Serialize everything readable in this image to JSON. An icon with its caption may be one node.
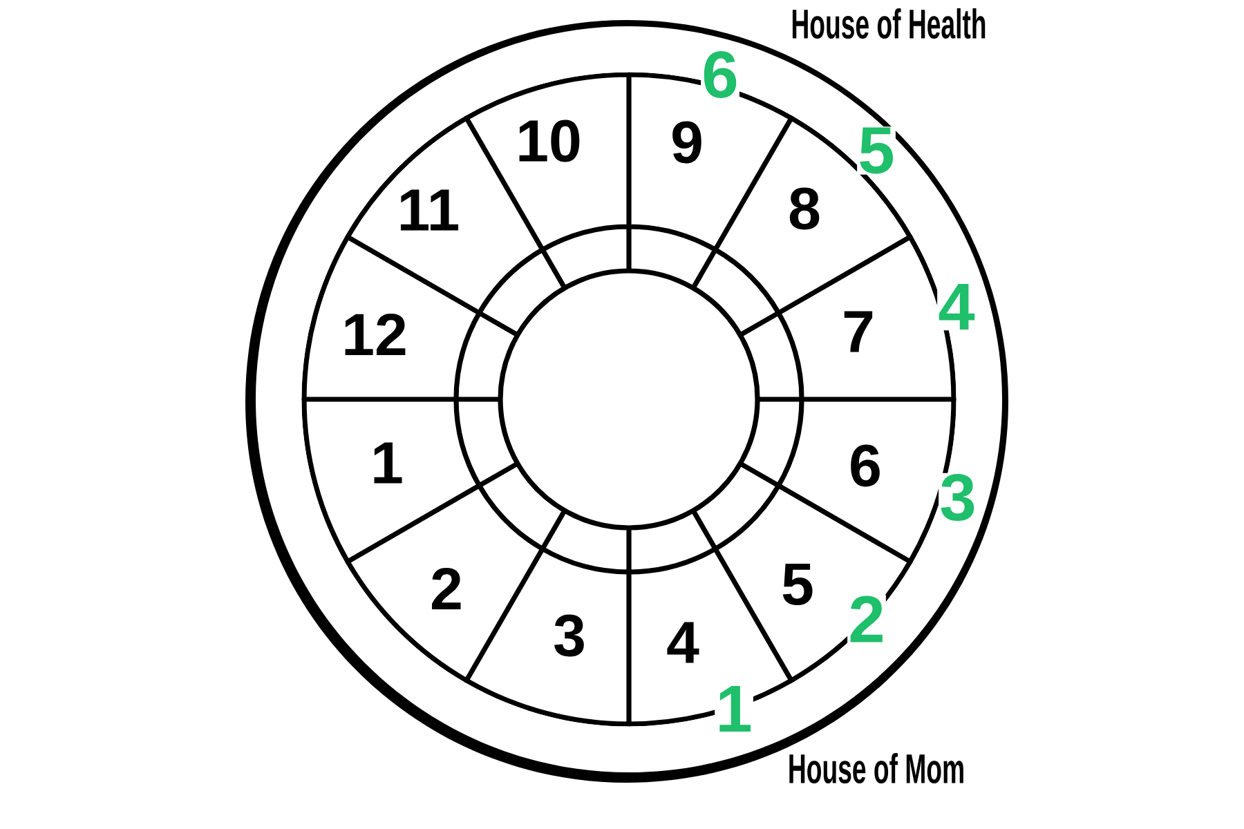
{
  "diagram": {
    "nodes": [
      {
        "text": [
          "1"
        ]
      },
      {
        "text": [
          "2"
        ]
      },
      {
        "text": [
          "3"
        ]
      },
      {
        "text": [
          "4"
        ]
      },
      {
        "text": [
          "5"
        ]
      },
      {
        "text": [
          "6"
        ]
      },
      {
        "text": [
          "7"
        ]
      },
      {
        "text": [
          "8"
        ]
      },
      {
        "text": [
          "9"
        ]
      },
      {
        "text": [
          "10"
        ]
      },
      {
        "text": [
          "11"
        ]
      },
      {
        "text": [
          "12"
        ]
      },
      {
        "text": [],
        "shape": "circle"
      }
    ],
    "labels": [
      "House of Health",
      "6",
      "5",
      "4",
      "3",
      "2",
      "1",
      "House of Mom"
    ]
  }
}
